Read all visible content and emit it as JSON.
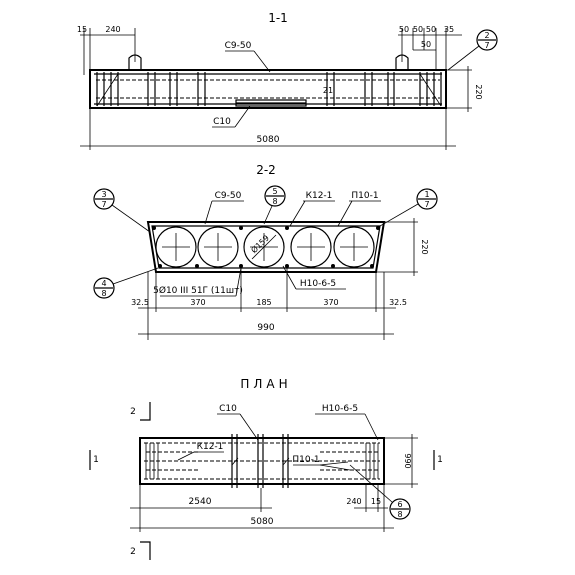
{
  "section_1": {
    "title": "1-1",
    "dims_left": [
      "15",
      "240"
    ],
    "dims_right": [
      "50",
      "50",
      "50",
      "35",
      "50"
    ],
    "label_top": "С9-50",
    "label_bottom": "С10",
    "label_mid": "21",
    "height_dim": "220",
    "length_dim": "5080",
    "ref": {
      "num": "2",
      "den": "7"
    }
  },
  "section_2": {
    "title": "2-2",
    "ref_left_top": {
      "num": "3",
      "den": "7"
    },
    "ref_left_bottom": {
      "num": "4",
      "den": "8"
    },
    "ref_center": {
      "num": "5",
      "den": "8"
    },
    "ref_right": {
      "num": "1",
      "den": "7"
    },
    "label_c9": "С9-50",
    "label_k12": "К12-1",
    "label_p10": "П10-1",
    "label_n10": "Н10-6-5",
    "label_bars": "5Ø10 III 51Г (11шт)",
    "diam": "Ø159",
    "height_dim": "220",
    "dims": [
      "32.5",
      "370",
      "185",
      "370",
      "32.5"
    ],
    "total": "990"
  },
  "plan": {
    "title": "ПЛАН",
    "section_mark": "2",
    "side_mark": "1",
    "label_c10": "С10",
    "label_n10": "Н10-6-5",
    "label_k12": "К12-1",
    "label_p10": "П10-1",
    "width_dim": "990",
    "dim_half": "2540",
    "dim_240": "240",
    "dim_15": "15",
    "total": "5080",
    "ref": {
      "num": "6",
      "den": "8"
    }
  }
}
